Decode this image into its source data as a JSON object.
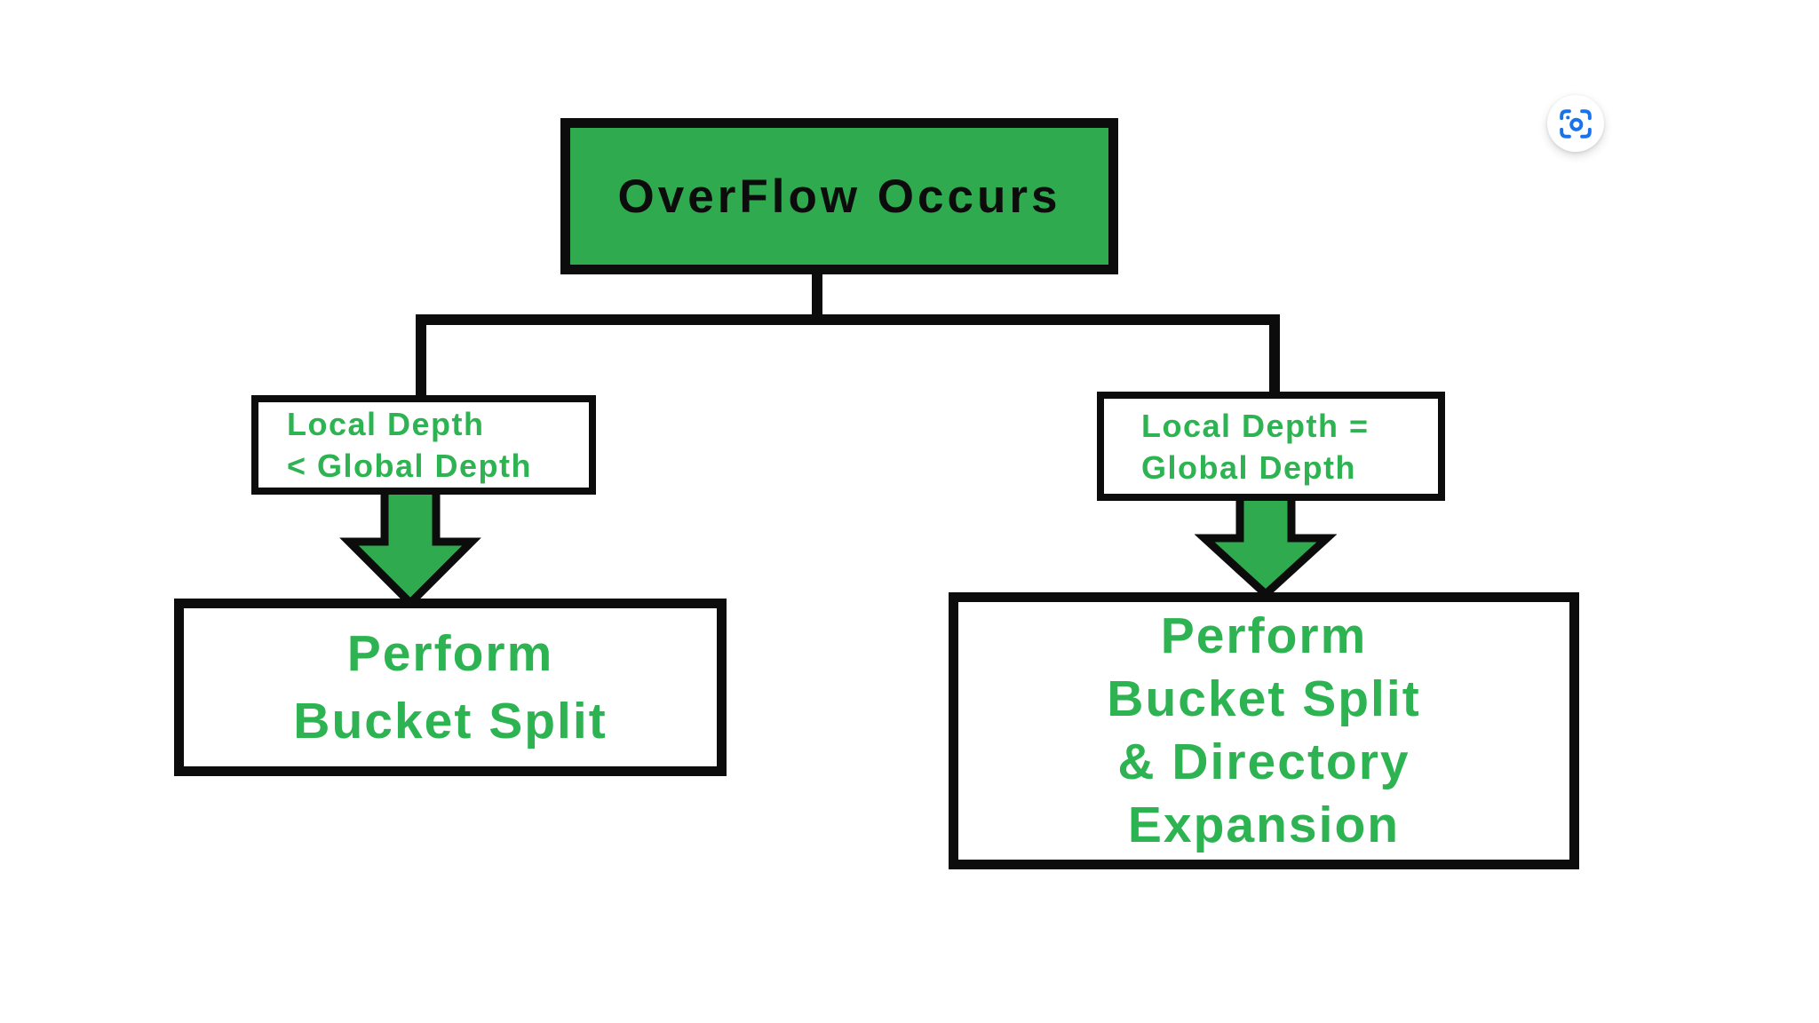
{
  "colors": {
    "canvas_bg": "#ffffff",
    "node_green": "#2faa4f",
    "text_green": "#2db351",
    "ink": "#0c0c0c",
    "lens_blue": "#1a73e8"
  },
  "icons": {
    "lens": "lens-viewfinder-icon",
    "down_arrow": "down-arrow-icon"
  },
  "flowchart": {
    "root": {
      "label": "OverFlow Occurs"
    },
    "left": {
      "condition_line1": "Local Depth",
      "condition_line2": "< Global Depth",
      "action_line1": "Perform",
      "action_line2": "Bucket Split"
    },
    "right": {
      "condition_line1": "Local Depth =",
      "condition_line2": "Global Depth",
      "action_line1": "Perform",
      "action_line2": "Bucket Split",
      "action_line3": "& Directory",
      "action_line4": "Expansion"
    }
  }
}
